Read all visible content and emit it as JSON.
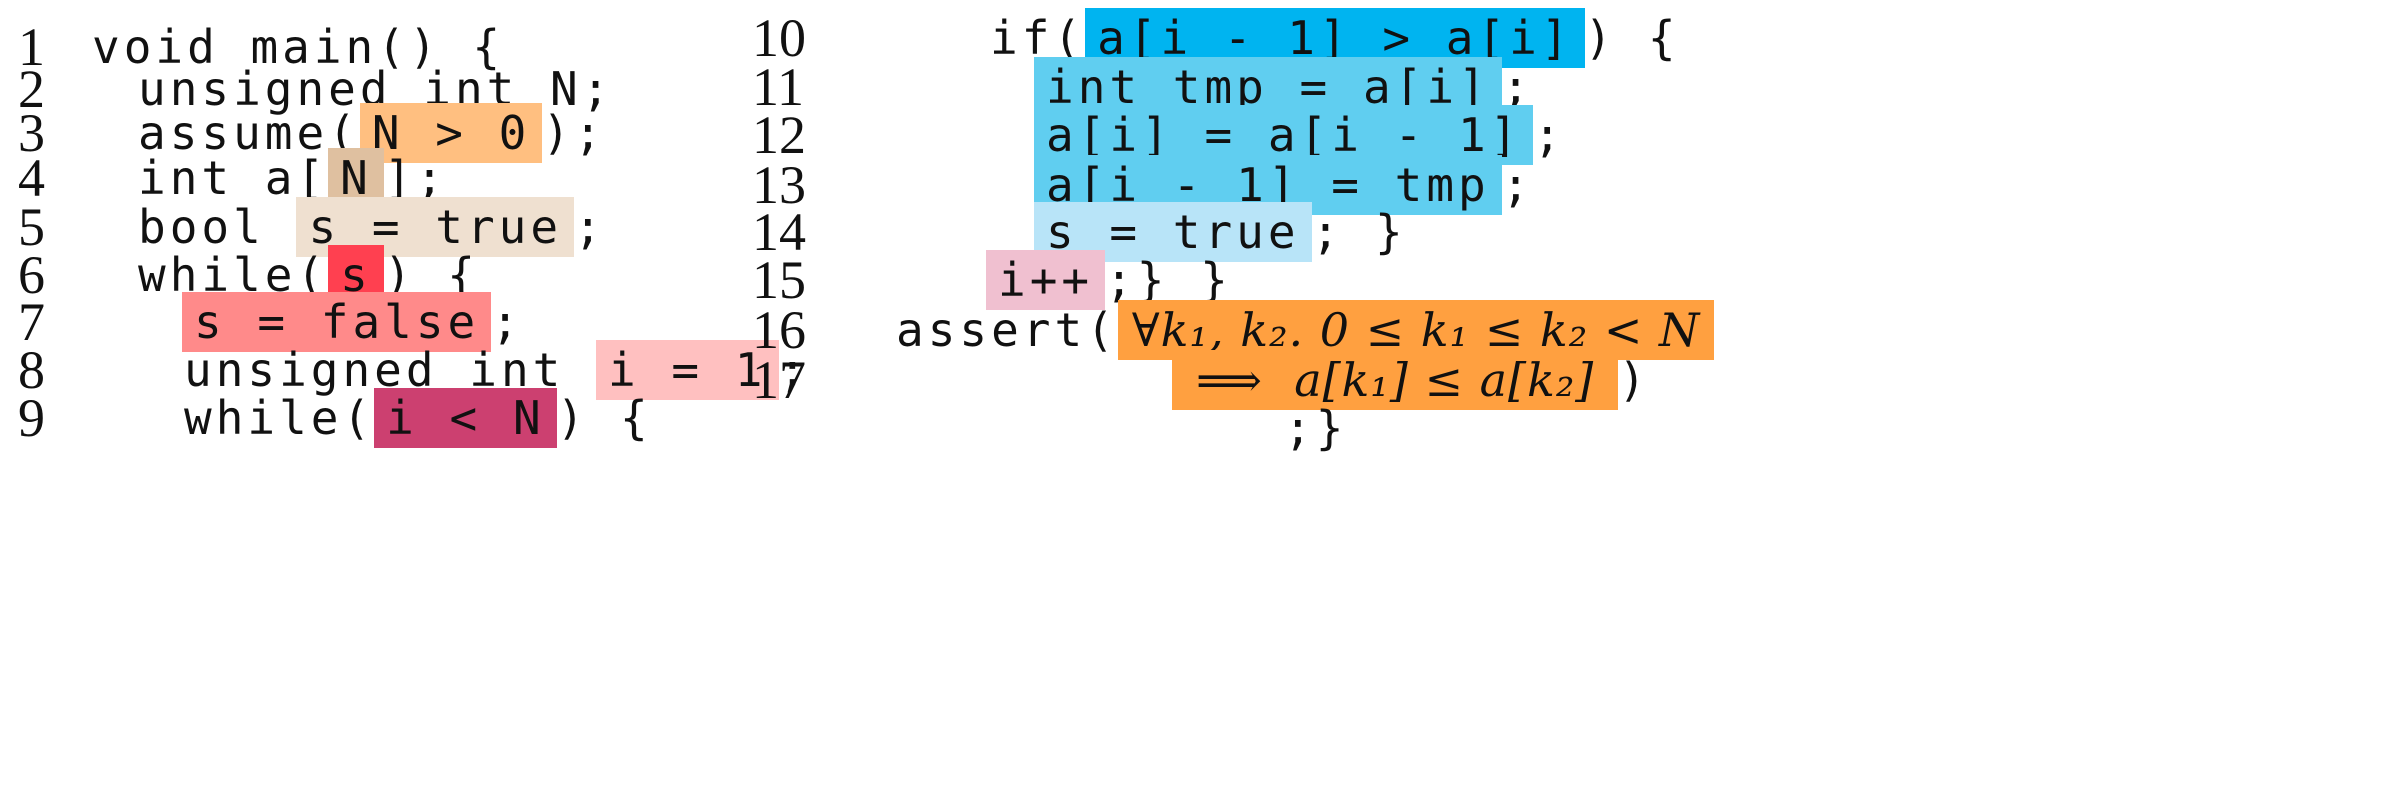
{
  "colors": {
    "orange_light": "#ffbf80",
    "tan": "#dfc0a0",
    "beige": "#efe0d0",
    "red": "#ff4050",
    "salmon": "#ff8a8a",
    "pink_light": "#ffc0c0",
    "crimson": "#cc4070",
    "cyan": "#00b4f0",
    "sky": "#60cef0",
    "sky_light": "#b8e4f8",
    "rose": "#f0c0d0",
    "orange": "#ffa040"
  },
  "left": {
    "l1": {
      "num": "1",
      "text": "void main() {"
    },
    "l2": {
      "num": "2",
      "text": "unsigned int N;"
    },
    "l3": {
      "num": "3",
      "pre": "assume(",
      "hl": "N > 0",
      "post": ");"
    },
    "l4": {
      "num": "4",
      "pre": "int a[",
      "hl": "N",
      "post": "];"
    },
    "l5": {
      "num": "5",
      "pre": "bool ",
      "hl": "s = true",
      "post": ";"
    },
    "l6": {
      "num": "6",
      "pre": "while(",
      "hl": "s",
      "post": ") {"
    },
    "l7": {
      "num": "7",
      "hl": "s = false",
      "post": ";"
    },
    "l8": {
      "num": "8",
      "pre": "unsigned int ",
      "hl": "i = 1",
      "post": ";"
    },
    "l9": {
      "num": "9",
      "pre": "while(",
      "hl": "i < N",
      "post": ") {"
    }
  },
  "right": {
    "l10": {
      "num": "10",
      "pre": "if(",
      "hl": "a[i - 1] > a[i]",
      "post": ") {"
    },
    "l11": {
      "num": "11",
      "hl": "int tmp = a[i]",
      "post": ";"
    },
    "l12": {
      "num": "12",
      "hl": "a[i] = a[i - 1]",
      "post": ";"
    },
    "l13": {
      "num": "13",
      "hl": "a[i - 1] = tmp",
      "post": ";"
    },
    "l14": {
      "num": "14",
      "hl": "s = true",
      "post": "; }"
    },
    "l15": {
      "num": "15",
      "hl": "i++",
      "post": ";} }"
    },
    "l16": {
      "num": "16",
      "pre": "assert(",
      "hl": "∀k₁, k₂. 0 ≤ k₁ ≤ k₂ < N"
    },
    "l17": {
      "num": "17",
      "hl": "⟹  a[k₁] ≤ a[k₂]",
      "post": ")"
    },
    "l18": {
      "text": ";}"
    }
  }
}
